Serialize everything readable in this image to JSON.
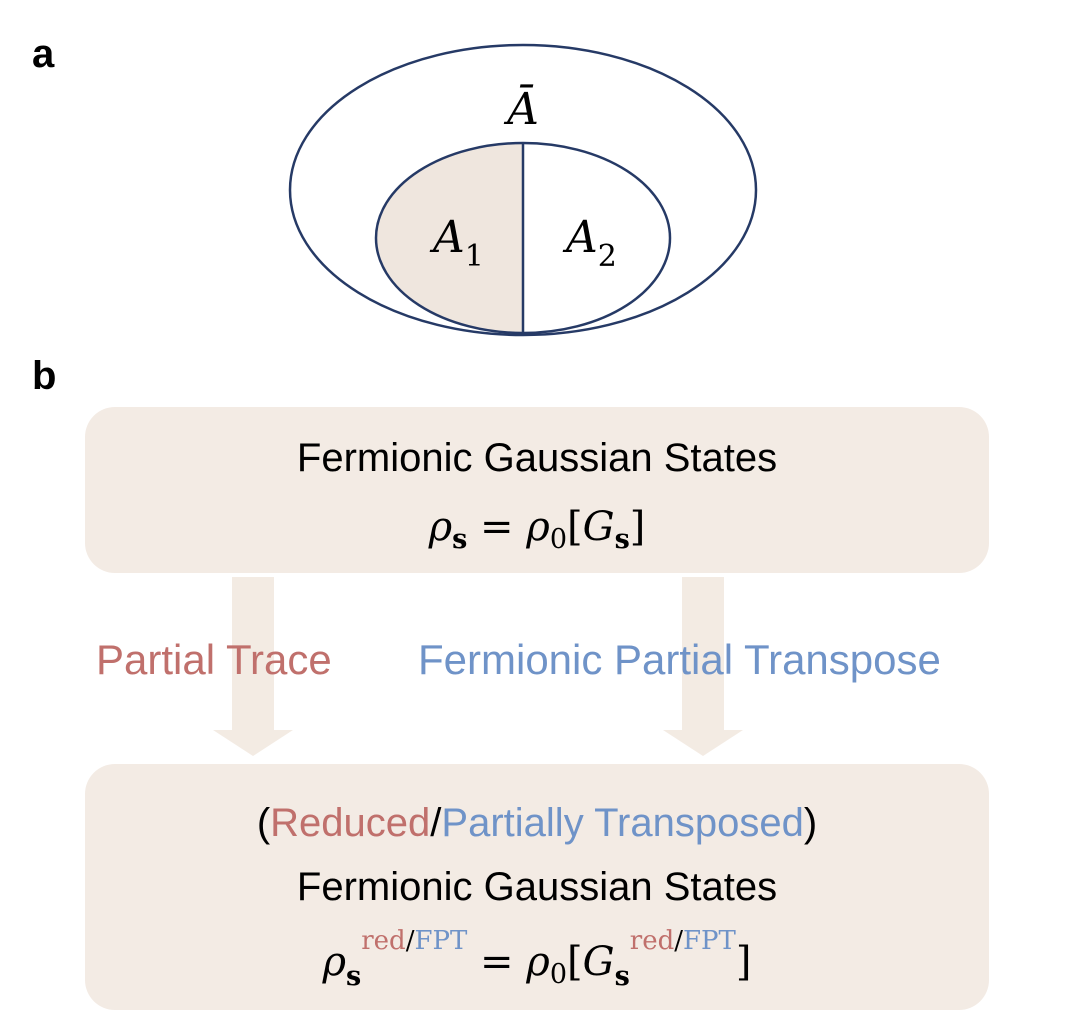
{
  "panel_a": {
    "label": "a",
    "outer_region": "Ā",
    "region_1": {
      "base": "A",
      "sub": "1"
    },
    "region_2": {
      "base": "A",
      "sub": "2"
    }
  },
  "panel_b": {
    "label": "b",
    "top_box": {
      "title": "Fermionic Gaussian States",
      "formula": {
        "lhs": "ρ",
        "lhs_sub": "s",
        "eq": " = ",
        "rhs": "ρ",
        "rhs_sub": "0",
        "open": "[",
        "G": "G",
        "G_sub": "s",
        "close": "]"
      }
    },
    "arrow_left_label": "Partial Trace",
    "arrow_right_label": "Fermionic Partial Transpose",
    "bottom_box": {
      "open_paren": "(",
      "reduced": "Reduced",
      "slash": "/",
      "transposed": "Partially Transposed",
      "close_paren": ")",
      "title": "Fermionic Gaussian States",
      "formula": {
        "lhs": "ρ",
        "lhs_sub": "s",
        "sup_red": "red",
        "sup_slash": "/",
        "sup_fpt": "FPT",
        "eq": " = ",
        "rhs": "ρ",
        "rhs_sub": "0",
        "open": "[",
        "G": "G",
        "G_sub": "s",
        "close": "]"
      }
    },
    "colors": {
      "red": "#c0706c",
      "blue": "#6f93c8",
      "box_fill": "#f3ebe4",
      "arrow_fill": "#efe4da",
      "ellipse_stroke": "#263a66",
      "region_fill": "#efe6de"
    }
  }
}
